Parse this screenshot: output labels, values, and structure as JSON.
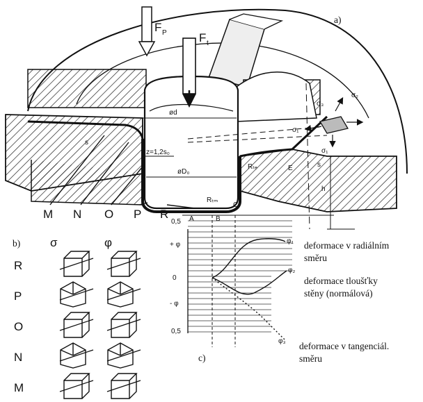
{
  "labels": {
    "panel_a": "a)",
    "panel_b": "b)",
    "panel_c": "c)",
    "force_p": "F",
    "force_p_sub": "P",
    "force_t": "F",
    "force_t_sub": "t",
    "diameter_d": "ød",
    "diameter_d0": "øD₀",
    "gap": "z=1,2s₀",
    "radius_tm": "Rₜₘ",
    "radius_te": "Rₜₑ",
    "thickness": "s",
    "height": "h",
    "sigma1": "σ₁",
    "sigma2": "σ₂",
    "sigma3": "σ₃",
    "point_a": "A",
    "point_b": "B",
    "point_c": "C",
    "point_e": "E",
    "zones": [
      "M",
      "N",
      "O",
      "P",
      "R"
    ],
    "stress_col": "σ",
    "strain_col": "φ",
    "axis_top": "0,5",
    "axis_zero": "0",
    "axis_bottom": "0,5",
    "axis_plus": "+ φ",
    "axis_minus": "- φ",
    "phi1": "φ₁",
    "phi2": "φ₂",
    "phi3": "φ₃"
  },
  "legend": {
    "radial_1": "deformace v radiálním",
    "radial_2": "směru",
    "thick_1": "deformace tloušťky",
    "thick_2": "stěny (normálová)",
    "tang_1": "deformace v tangenciál.",
    "tang_2": "směru"
  },
  "cube_rows": [
    "R",
    "P",
    "O",
    "N",
    "M"
  ]
}
